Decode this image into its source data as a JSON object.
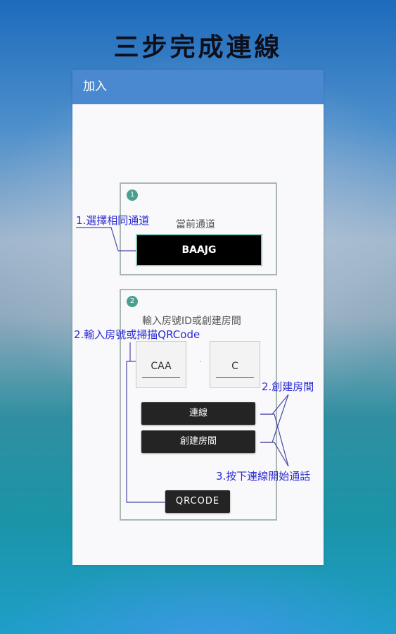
{
  "headline": "三步完成連線",
  "appbar": {
    "title": "加入"
  },
  "panel1": {
    "step": "1",
    "current_channel_label": "當前通道",
    "channel_value": "BAAJG"
  },
  "panel2": {
    "step": "2",
    "room_label": "輸入房號ID或創建房間",
    "field1_value": "CAA",
    "separator": "·",
    "field2_value": "C",
    "connect_button": "連線",
    "create_room_button": "創建房間",
    "qrcode_button": "QRCODE"
  },
  "annotations": {
    "step1": "1.選擇相同通道",
    "step2_left": "2.輸入房號或掃描QRCode",
    "step2_right": "2.創建房間",
    "step3": "3.按下連線開始通話"
  }
}
